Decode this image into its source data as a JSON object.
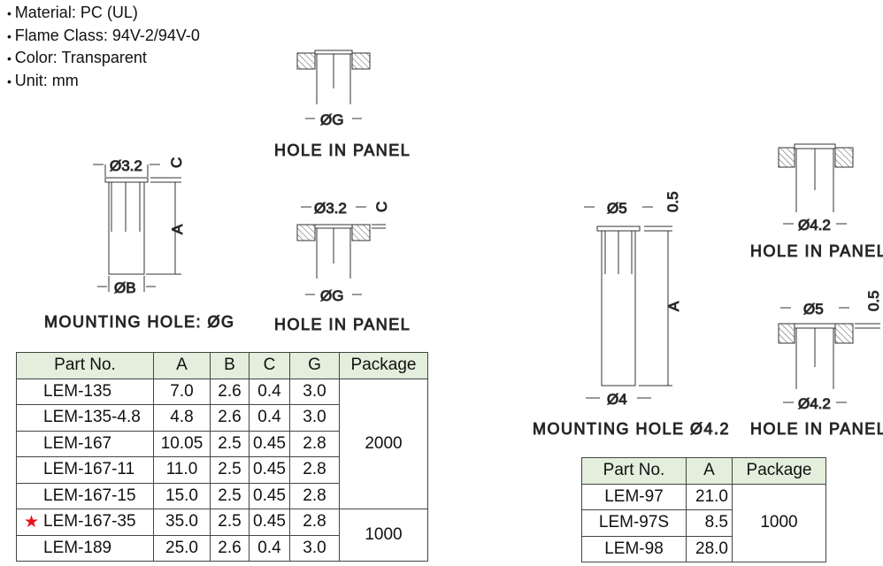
{
  "specs": [
    "Material: PC (UL)",
    "Flame Class: 94V-2/94V-0",
    "Color: Transparent",
    "Unit: mm"
  ],
  "diagrams": {
    "left": {
      "top_diameter": "Ø3.2",
      "c": "C",
      "a": "A",
      "b": "ØB",
      "caption": "MOUNTING HOLE: ØG"
    },
    "panel1": {
      "g": "ØG",
      "caption": "HOLE IN PANEL"
    },
    "panel2": {
      "top_diameter": "Ø3.2",
      "c": "C",
      "g": "ØG",
      "caption": "HOLE IN PANEL"
    },
    "right": {
      "top_diameter": "Ø5",
      "c": "0.5",
      "a": "A",
      "b": "Ø4",
      "caption": "MOUNTING HOLE Ø4.2"
    },
    "panel3": {
      "g": "Ø4.2",
      "caption": "HOLE IN PANEL"
    },
    "panel4": {
      "top_diameter": "Ø5",
      "c": "0.5",
      "g": "Ø4.2",
      "caption": "HOLE IN PANEL"
    }
  },
  "table1": {
    "headers": [
      "Part No.",
      "A",
      "B",
      "C",
      "G",
      "Package"
    ],
    "rows": [
      [
        "LEM-135",
        "7.0",
        "2.6",
        "0.4",
        "3.0"
      ],
      [
        "LEM-135-4.8",
        "4.8",
        "2.6",
        "0.4",
        "3.0"
      ],
      [
        "LEM-167",
        "10.05",
        "2.5",
        "0.45",
        "2.8"
      ],
      [
        "LEM-167-11",
        "11.0",
        "2.5",
        "0.45",
        "2.8"
      ],
      [
        "LEM-167-15",
        "15.0",
        "2.5",
        "0.45",
        "2.8"
      ],
      [
        "LEM-167-35",
        "35.0",
        "2.5",
        "0.45",
        "2.8"
      ],
      [
        "LEM-189",
        "25.0",
        "2.6",
        "0.4",
        "3.0"
      ]
    ],
    "packages": [
      "2000",
      "1000"
    ],
    "star": "★"
  },
  "table2": {
    "headers": [
      "Part No.",
      "A",
      "Package"
    ],
    "rows": [
      [
        "LEM-97",
        "21.0"
      ],
      [
        "LEM-97S",
        "8.5"
      ],
      [
        "LEM-98",
        "28.0"
      ]
    ],
    "packages": [
      "1000"
    ]
  },
  "colors": {
    "header_bg": "#e3eedc",
    "star": "#e8101a"
  }
}
